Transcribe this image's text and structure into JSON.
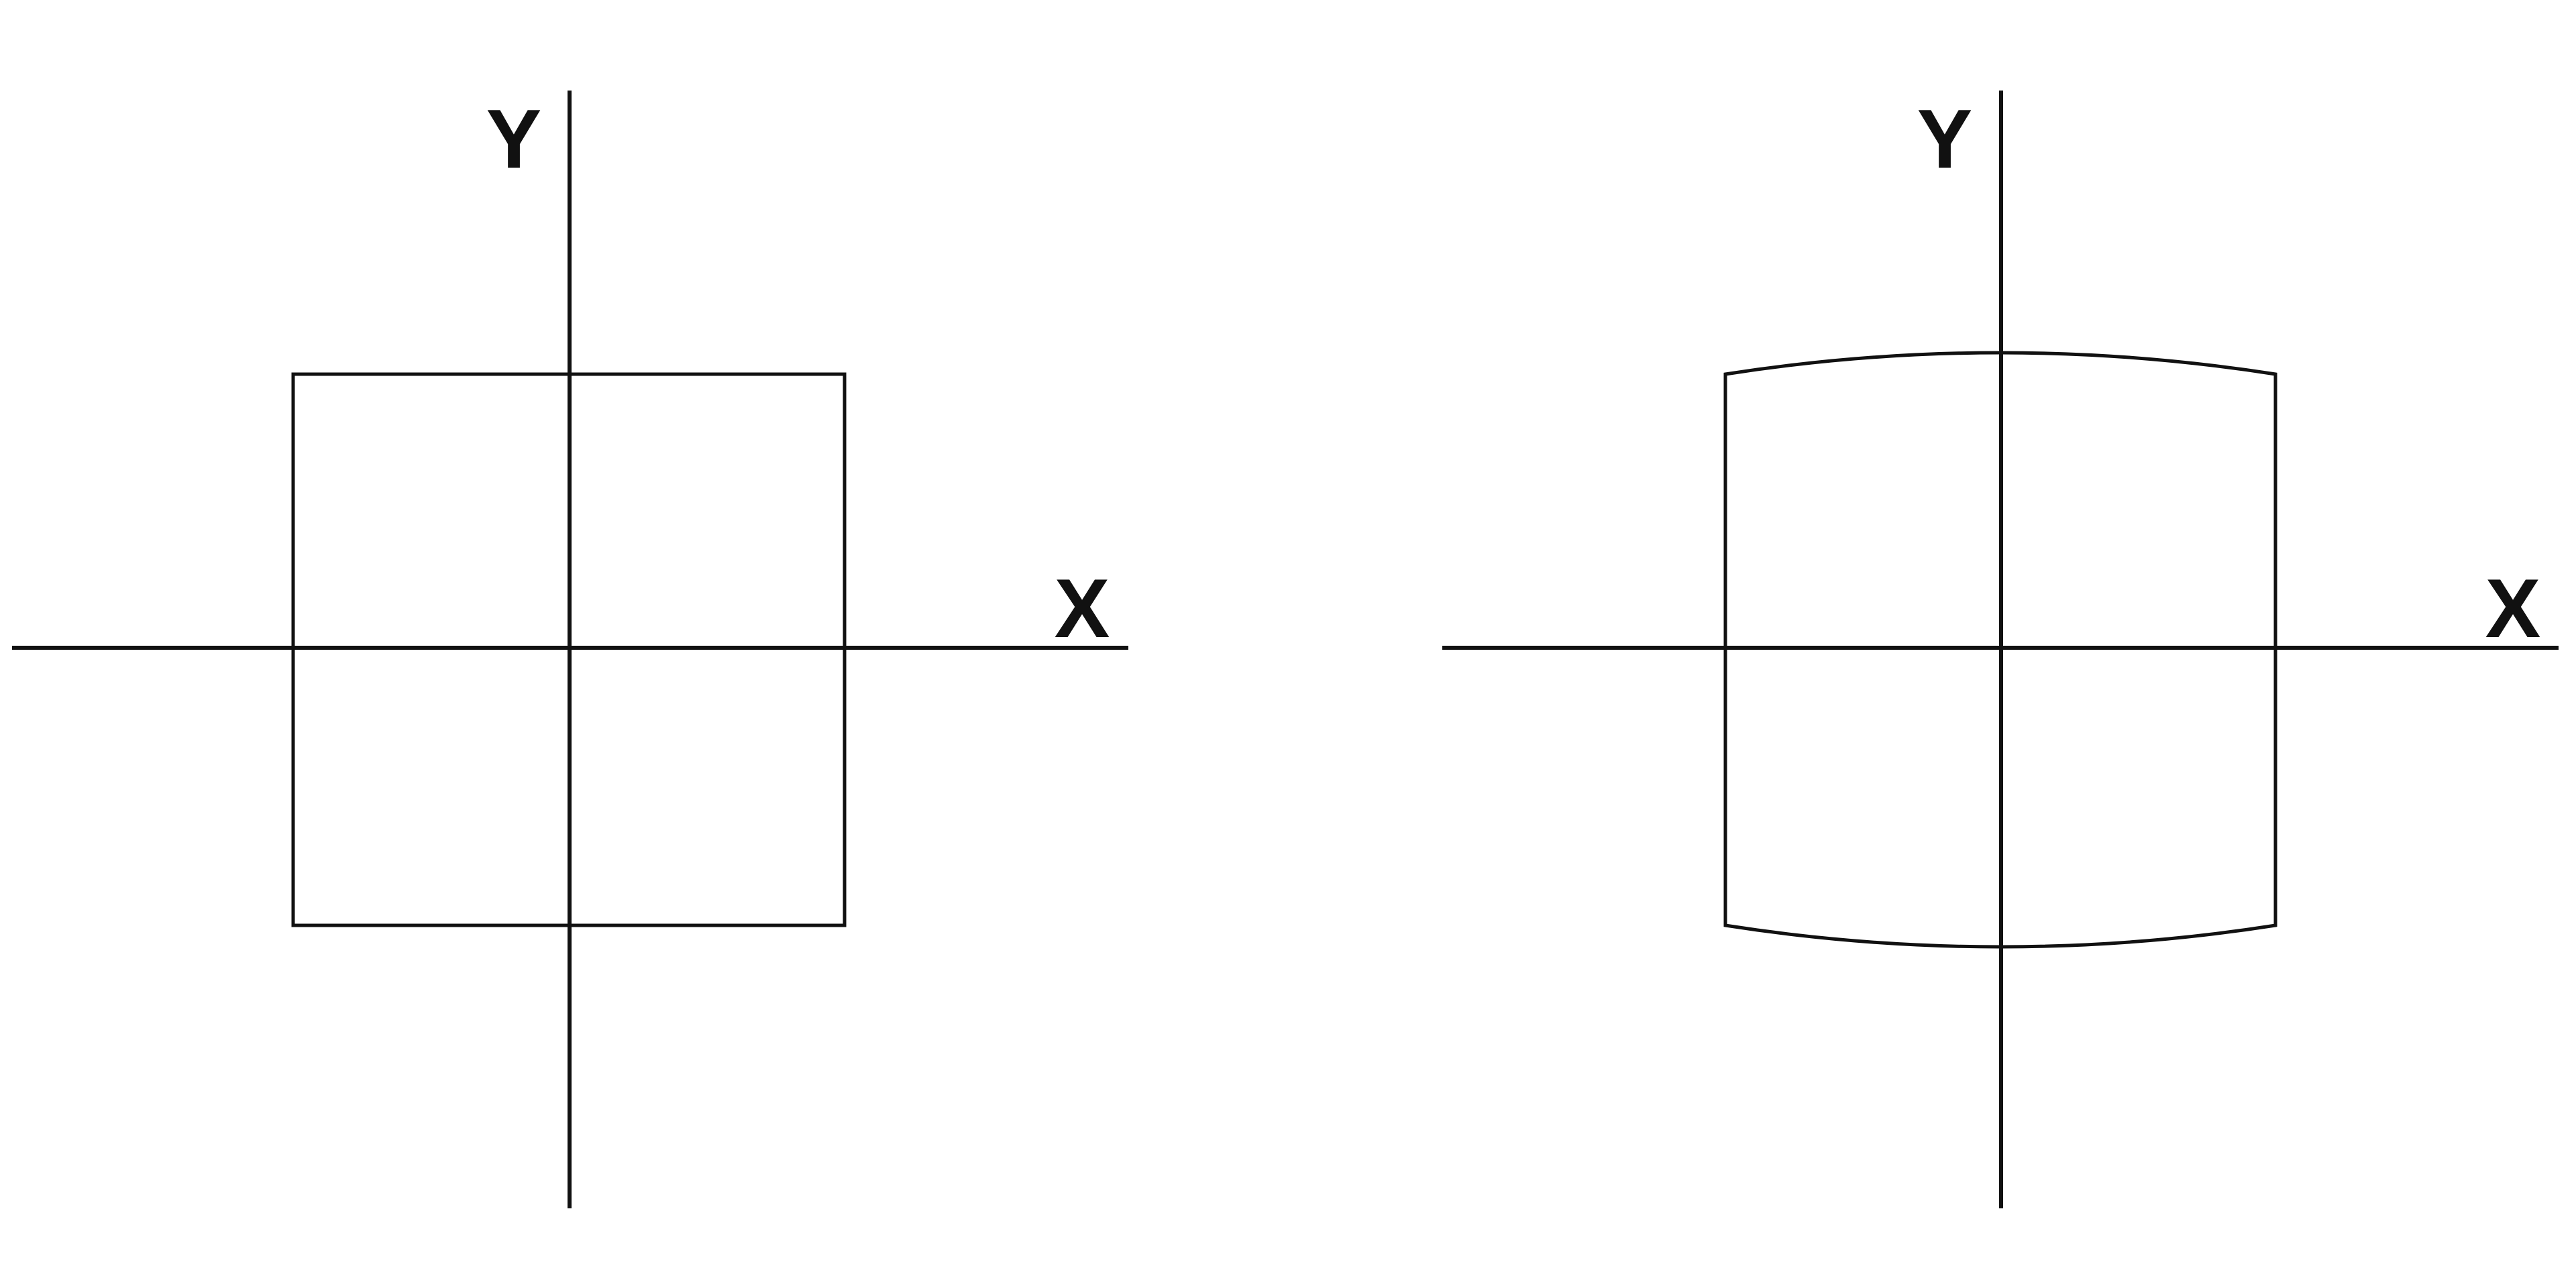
{
  "colors": {
    "background": "#ffffff",
    "stroke": "#111111"
  },
  "panels": [
    {
      "shape": "square",
      "x_axis_label": "X",
      "y_axis_label": "Y"
    },
    {
      "shape": "barrel-distorted square",
      "x_axis_label": "X",
      "y_axis_label": "Y"
    }
  ]
}
